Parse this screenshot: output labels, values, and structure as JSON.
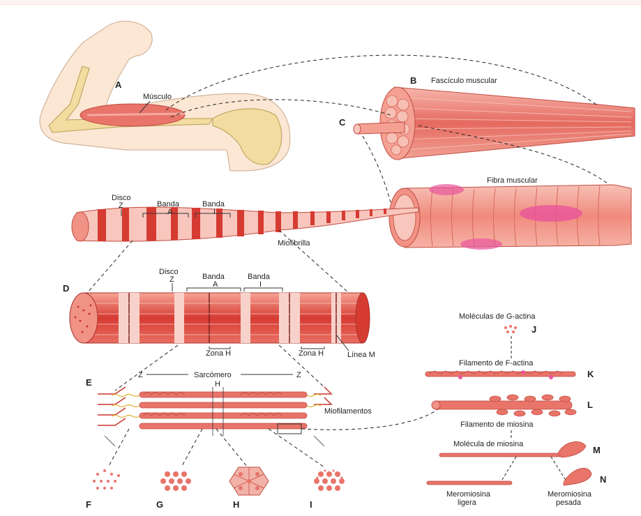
{
  "figure": {
    "letters": {
      "A": "A",
      "B": "B",
      "C": "C",
      "D": "D",
      "E": "E",
      "F": "F",
      "G": "G",
      "H": "H",
      "I": "I",
      "J": "J",
      "K": "K",
      "L": "L",
      "M": "M",
      "N": "N"
    },
    "labels": {
      "musculo": "Músculo",
      "fasciculo": "Fascículo muscular",
      "fibra": "Fibra muscular",
      "miofibrilla": "Miofibrilla",
      "disco": "Disco",
      "z": "Z",
      "banda": "Banda",
      "a": "A",
      "i": "I",
      "zona_h": "Zona H",
      "linea_m": "Línea M",
      "sarcomero": "Sarcómero",
      "h": "H",
      "miofilamentos": "Miofilamentos",
      "g_actina": "Moléculas de G-actina",
      "f_actina": "Filamento de F-actina",
      "fil_miosina": "Filamento de miosina",
      "mol_miosina": "Molécula de miosina",
      "mero_ligera_1": "Meromiosina",
      "mero_ligera_2": "ligera",
      "mero_pesada_1": "Meromiosina",
      "mero_pesada_2": "pesada"
    },
    "colors": {
      "muscle": "#e8746a",
      "muscle_light": "#f6b2a6",
      "muscle_dark": "#cf3d35",
      "bone": "#f2dca0",
      "skin": "#fbe7d3",
      "pink_nucleus": "#e8559b",
      "yellow_filament": "#e0b030"
    }
  }
}
